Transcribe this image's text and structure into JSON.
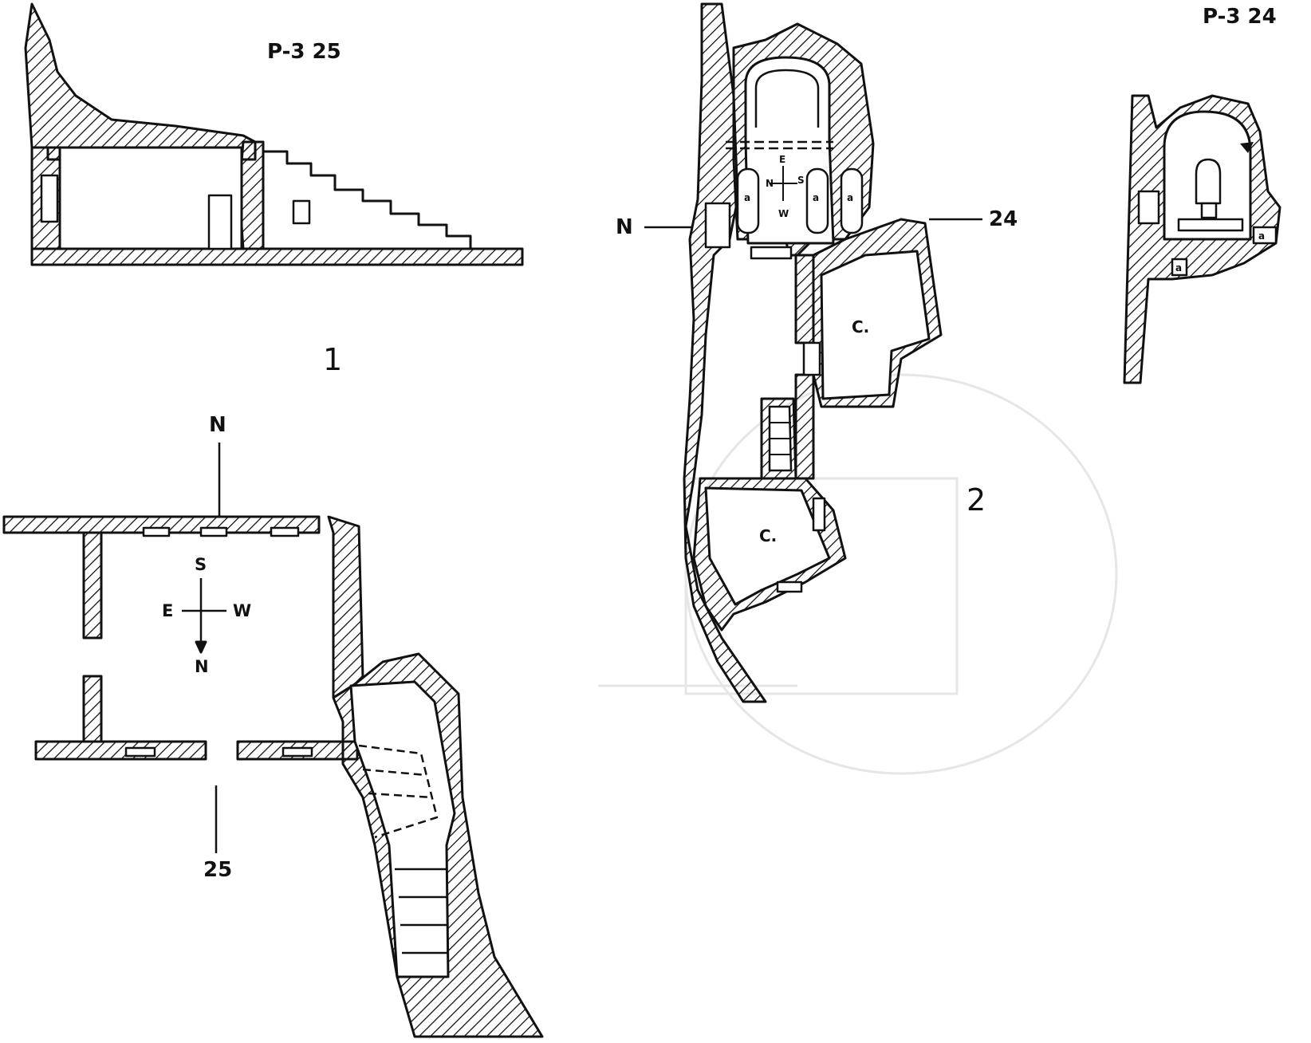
{
  "labels": {
    "ref_section": "P-3  25",
    "ref_right": "P-3  24",
    "fig1": "1",
    "fig2": "2",
    "leader_25": "25",
    "leader_24": "24",
    "leader_n_top": "N",
    "leader_n_left": "N",
    "compass1": {
      "s": "S",
      "e": "E",
      "w": "W",
      "n": "N"
    },
    "compass2": {
      "e": "E",
      "n": "N",
      "s": "S",
      "w": "W"
    },
    "room_c_upper": "C.",
    "room_c_lower": "C.",
    "niche_a": "a",
    "niche_a_small": "a"
  },
  "colors": {
    "ink": "#111111",
    "paper": "#ffffff",
    "ghost": "#e6e6e6"
  }
}
